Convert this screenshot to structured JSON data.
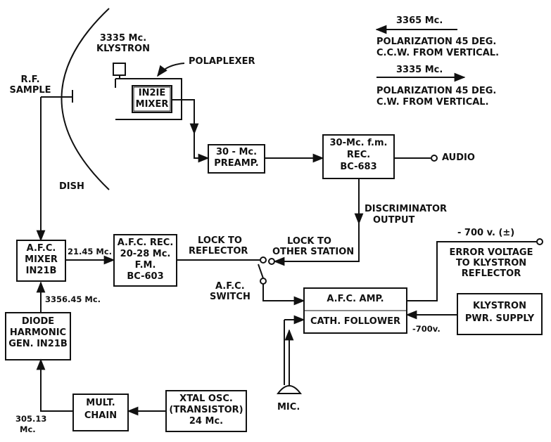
{
  "labels": {
    "klystron_freq": "3335 Mc.",
    "klystron": "KLYSTRON",
    "polaplexer": "POLAPLEXER",
    "rf_sample_1": "R.F.",
    "rf_sample_2": "SAMPLE",
    "dish": "DISH",
    "mixer_1": "IN2IE",
    "mixer_2": "MIXER",
    "preamp_1": "30 - Mc.",
    "preamp_2": "PREAMP.",
    "rec_1": "30-Mc. f.m.",
    "rec_2": "REC.",
    "rec_3": "BC-683",
    "audio": "AUDIO",
    "disc_1": "DISCRIMINATOR",
    "disc_2": "OUTPUT",
    "lock_other_1": "LOCK TO",
    "lock_other_2": "OTHER STATION",
    "lock_refl_1": "LOCK TO",
    "lock_refl_2": "REFLECTOR",
    "afc_switch_1": "A.F.C.",
    "afc_switch_2": "SWITCH",
    "afc_mixer_1": "A.F.C.",
    "afc_mixer_2": "MIXER",
    "afc_mixer_3": "IN21B",
    "freq_2145": "21.45 Mc.",
    "afc_rec_1": "A.F.C. REC.",
    "afc_rec_2": "20-28 Mc.",
    "afc_rec_3": "F.M.",
    "afc_rec_4": "BC-603",
    "freq_335645": "3356.45 Mc.",
    "diode_1": "DIODE",
    "diode_2": "HARMONIC",
    "diode_3": "GEN. IN21B",
    "afc_amp": "A.F.C. AMP.",
    "cath_follower": "CATH. FOLLOWER",
    "minus700": "-700v.",
    "klypwr_1": "KLYSTRON",
    "klypwr_2": "PWR. SUPPLY",
    "err_v_1": "- 700 v. (±)",
    "err_v_2": "ERROR VOLTAGE",
    "err_v_3": "TO KLYSTRON",
    "err_v_4": "REFLECTOR",
    "mic": "MIC.",
    "mult_1": "MULT.",
    "mult_2": "CHAIN",
    "xtal_1": "XTAL OSC.",
    "xtal_2": "(TRANSISTOR)",
    "xtal_3": "24 Mc.",
    "freq_30513_1": "305.13",
    "freq_30513_2": "Mc.",
    "legend_freq_1": "3365 Mc.",
    "legend_pol_1a": "POLARIZATION 45 DEG.",
    "legend_pol_1b": "C.C.W. FROM VERTICAL.",
    "legend_freq_2": "3335 Mc.",
    "legend_pol_2a": "POLARIZATION 45 DEG.",
    "legend_pol_2b": "C.W. FROM VERTICAL."
  }
}
